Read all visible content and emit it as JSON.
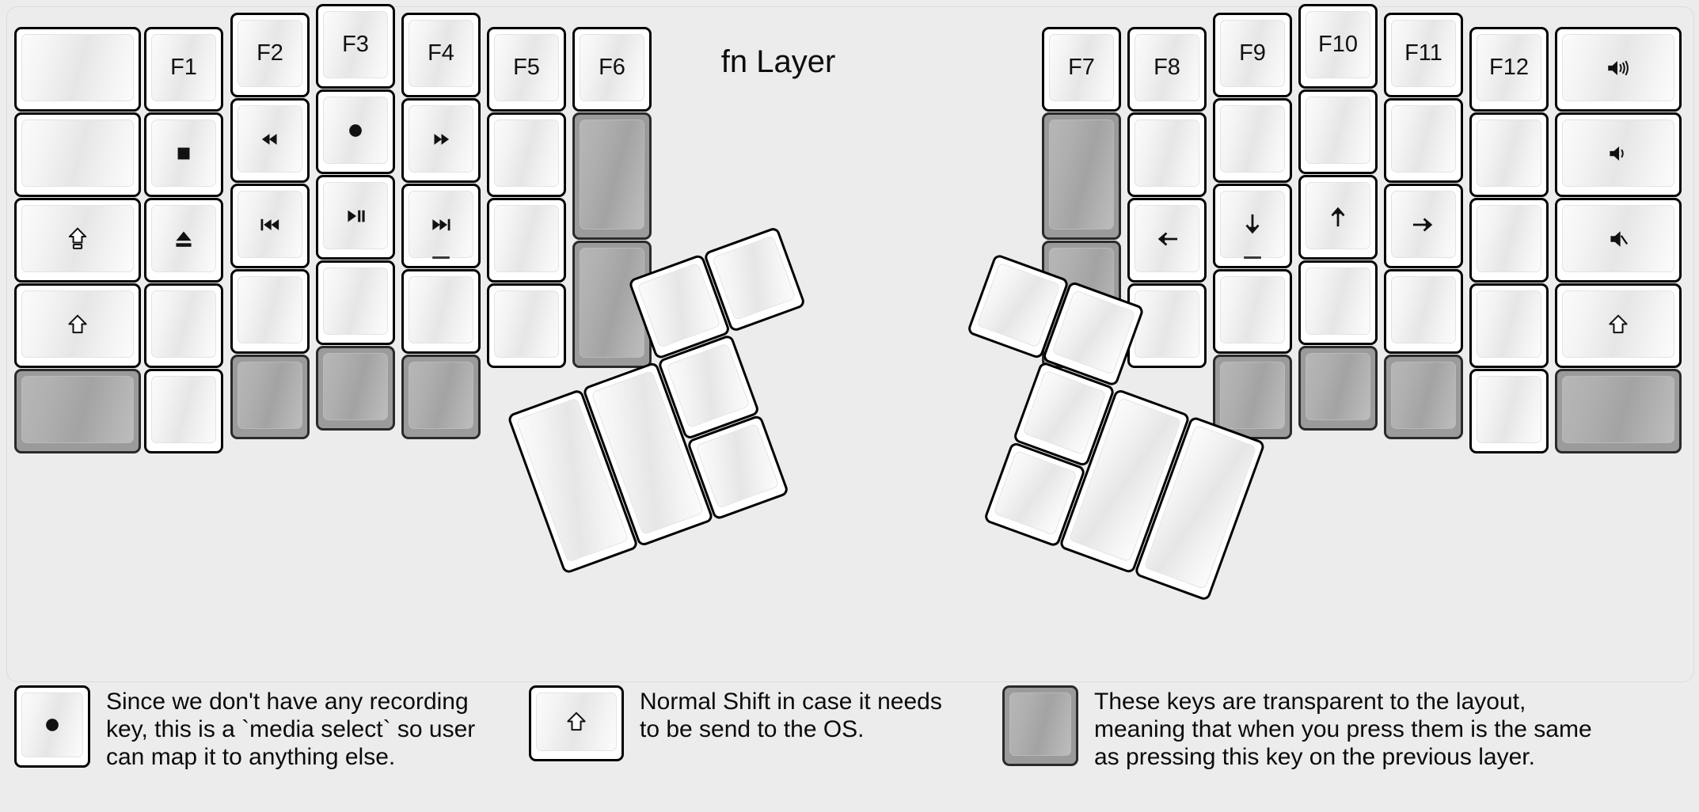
{
  "title": "fn Layer",
  "colors": {
    "background": "#ececec",
    "key_face": "#ffffff",
    "key_border": "#000000",
    "transparent_key": "#9b9b9b",
    "legend_text": "#0b0b0b"
  },
  "keyboard": {
    "name": "split-ergonomic-keyboard",
    "left_half": {
      "columns": [
        {
          "name": "col-1-outer",
          "width_u": 1.5,
          "keys": [
            {
              "label": "",
              "icon": "",
              "type": "normal"
            },
            {
              "label": "",
              "icon": "",
              "type": "normal"
            },
            {
              "label": "",
              "icon": "shift-lock-icon",
              "type": "normal"
            },
            {
              "label": "",
              "icon": "shift-icon",
              "type": "normal"
            },
            {
              "label": "",
              "icon": "",
              "type": "transparent"
            }
          ]
        },
        {
          "name": "col-2-pinky",
          "width_u": 1,
          "keys": [
            {
              "label": "F1",
              "icon": "",
              "type": "normal"
            },
            {
              "label": "",
              "icon": "stop-icon",
              "type": "normal"
            },
            {
              "label": "",
              "icon": "eject-icon",
              "type": "normal"
            },
            {
              "label": "",
              "icon": "",
              "type": "normal"
            },
            {
              "label": "",
              "icon": "",
              "type": "normal"
            }
          ]
        },
        {
          "name": "col-3-ring",
          "width_u": 1,
          "keys": [
            {
              "label": "F2",
              "icon": "",
              "type": "normal"
            },
            {
              "label": "",
              "icon": "rewind-icon",
              "type": "normal"
            },
            {
              "label": "",
              "icon": "previous-track-icon",
              "type": "normal"
            },
            {
              "label": "",
              "icon": "",
              "type": "normal"
            },
            {
              "label": "",
              "icon": "",
              "type": "transparent"
            }
          ]
        },
        {
          "name": "col-4-middle",
          "width_u": 1,
          "keys": [
            {
              "label": "F3",
              "icon": "",
              "type": "normal"
            },
            {
              "label": "",
              "icon": "record-icon",
              "type": "normal"
            },
            {
              "label": "",
              "icon": "play-pause-icon",
              "type": "normal"
            },
            {
              "label": "",
              "icon": "",
              "type": "normal"
            },
            {
              "label": "",
              "icon": "",
              "type": "transparent"
            }
          ]
        },
        {
          "name": "col-5-index",
          "width_u": 1,
          "keys": [
            {
              "label": "F4",
              "icon": "",
              "type": "normal"
            },
            {
              "label": "",
              "icon": "fast-forward-icon",
              "type": "normal"
            },
            {
              "label": "",
              "icon": "next-track-icon",
              "type": "normal",
              "sub": "underline"
            },
            {
              "label": "",
              "icon": "",
              "type": "normal"
            },
            {
              "label": "",
              "icon": "",
              "type": "transparent"
            }
          ]
        },
        {
          "name": "col-6-inner",
          "width_u": 1,
          "keys": [
            {
              "label": "F5",
              "icon": "",
              "type": "normal"
            },
            {
              "label": "",
              "icon": "",
              "type": "normal"
            },
            {
              "label": "",
              "icon": "",
              "type": "normal"
            },
            {
              "label": "",
              "icon": "",
              "type": "normal"
            }
          ]
        },
        {
          "name": "col-7-innermost",
          "width_u": 1,
          "keys": [
            {
              "label": "F6",
              "icon": "",
              "type": "normal"
            },
            {
              "label": "",
              "icon": "",
              "type": "transparent",
              "height_u": 1.5
            },
            {
              "label": "",
              "icon": "",
              "type": "transparent",
              "height_u": 1.5
            }
          ]
        }
      ],
      "thumb_cluster": {
        "name": "left-thumb-cluster",
        "rotation_deg": -20,
        "keys": [
          {
            "label": "",
            "icon": "",
            "type": "normal",
            "size": "2u-tall"
          },
          {
            "label": "",
            "icon": "",
            "type": "normal",
            "size": "2u-tall"
          },
          {
            "label": "",
            "icon": "",
            "type": "normal",
            "size": "1u"
          },
          {
            "label": "",
            "icon": "",
            "type": "normal",
            "size": "1u"
          },
          {
            "label": "",
            "icon": "",
            "type": "normal",
            "size": "1u"
          },
          {
            "label": "",
            "icon": "",
            "type": "normal",
            "size": "1u"
          }
        ]
      }
    },
    "right_half": {
      "columns": [
        {
          "name": "col-1-innermost",
          "width_u": 1,
          "keys": [
            {
              "label": "F7",
              "icon": "",
              "type": "normal"
            },
            {
              "label": "",
              "icon": "",
              "type": "transparent",
              "height_u": 1.5
            },
            {
              "label": "",
              "icon": "",
              "type": "transparent",
              "height_u": 1.5
            }
          ]
        },
        {
          "name": "col-2-inner",
          "width_u": 1,
          "keys": [
            {
              "label": "F8",
              "icon": "",
              "type": "normal"
            },
            {
              "label": "",
              "icon": "",
              "type": "normal"
            },
            {
              "label": "",
              "icon": "arrow-left-icon",
              "type": "normal"
            },
            {
              "label": "",
              "icon": "",
              "type": "normal"
            }
          ]
        },
        {
          "name": "col-3-index",
          "width_u": 1,
          "keys": [
            {
              "label": "F9",
              "icon": "",
              "type": "normal"
            },
            {
              "label": "",
              "icon": "",
              "type": "normal"
            },
            {
              "label": "",
              "icon": "arrow-down-icon",
              "type": "normal",
              "sub": "underline"
            },
            {
              "label": "",
              "icon": "",
              "type": "normal"
            },
            {
              "label": "",
              "icon": "",
              "type": "transparent"
            }
          ]
        },
        {
          "name": "col-4-middle",
          "width_u": 1,
          "keys": [
            {
              "label": "F10",
              "icon": "",
              "type": "normal"
            },
            {
              "label": "",
              "icon": "",
              "type": "normal"
            },
            {
              "label": "",
              "icon": "arrow-up-icon",
              "type": "normal"
            },
            {
              "label": "",
              "icon": "",
              "type": "normal"
            },
            {
              "label": "",
              "icon": "",
              "type": "transparent"
            }
          ]
        },
        {
          "name": "col-5-ring",
          "width_u": 1,
          "keys": [
            {
              "label": "F11",
              "icon": "",
              "type": "normal"
            },
            {
              "label": "",
              "icon": "",
              "type": "normal"
            },
            {
              "label": "",
              "icon": "arrow-right-icon",
              "type": "normal"
            },
            {
              "label": "",
              "icon": "",
              "type": "normal"
            },
            {
              "label": "",
              "icon": "",
              "type": "transparent"
            }
          ]
        },
        {
          "name": "col-6-pinky",
          "width_u": 1,
          "keys": [
            {
              "label": "F12",
              "icon": "",
              "type": "normal"
            },
            {
              "label": "",
              "icon": "",
              "type": "normal"
            },
            {
              "label": "",
              "icon": "",
              "type": "normal"
            },
            {
              "label": "",
              "icon": "",
              "type": "normal"
            },
            {
              "label": "",
              "icon": "",
              "type": "normal"
            }
          ]
        },
        {
          "name": "col-7-outer",
          "width_u": 1.5,
          "keys": [
            {
              "label": "",
              "icon": "volume-up-icon",
              "type": "normal"
            },
            {
              "label": "",
              "icon": "volume-down-icon",
              "type": "normal"
            },
            {
              "label": "",
              "icon": "volume-mute-icon",
              "type": "normal"
            },
            {
              "label": "",
              "icon": "shift-icon",
              "type": "normal"
            },
            {
              "label": "",
              "icon": "",
              "type": "transparent"
            }
          ]
        }
      ],
      "thumb_cluster": {
        "name": "right-thumb-cluster",
        "rotation_deg": 20,
        "keys": [
          {
            "label": "",
            "icon": "",
            "type": "normal",
            "size": "1u"
          },
          {
            "label": "",
            "icon": "",
            "type": "normal",
            "size": "1u"
          },
          {
            "label": "",
            "icon": "",
            "type": "normal",
            "size": "1u"
          },
          {
            "label": "",
            "icon": "",
            "type": "normal",
            "size": "1u"
          },
          {
            "label": "",
            "icon": "",
            "type": "normal",
            "size": "2u-tall"
          },
          {
            "label": "",
            "icon": "",
            "type": "normal",
            "size": "2u-tall"
          }
        ]
      }
    }
  },
  "legend": [
    {
      "name": "legend-record",
      "key_icon": "record-icon",
      "key_type": "normal",
      "text": "Since we don't have any recording\nkey, this is a `media select` so user\ncan map it to anything else."
    },
    {
      "name": "legend-shift",
      "key_icon": "shift-icon",
      "key_type": "normal",
      "text": "Normal Shift in case it needs\nto be send to the OS."
    },
    {
      "name": "legend-transparent",
      "key_icon": "",
      "key_type": "transparent",
      "text": "These keys are transparent to the layout,\nmeaning that when you press them is the same\nas pressing this key on the previous layer."
    }
  ]
}
